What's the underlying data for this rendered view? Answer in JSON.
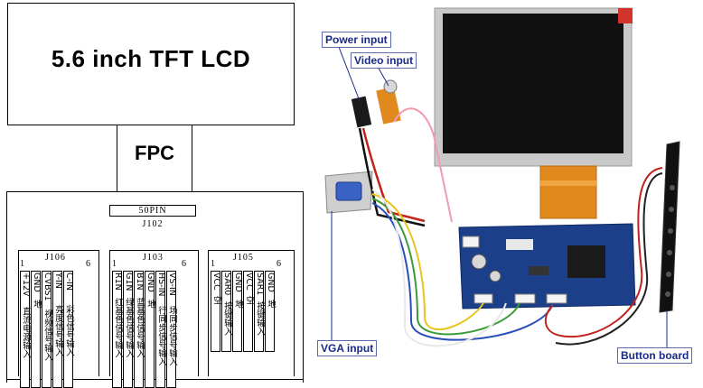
{
  "left": {
    "lcd_label": "5.6 inch TFT LCD",
    "fpc_label": "FPC",
    "connector_pins": "50PIN",
    "connector_name": "J102"
  },
  "connectors": [
    {
      "name": "J106",
      "pin_first": "1",
      "pin_last": "6",
      "pins": [
        {
          "label": "+12V",
          "desc": "直流电源输入"
        },
        {
          "label": "GND",
          "desc": "地"
        },
        {
          "label": "CVBS1",
          "desc": "视频信号输入"
        },
        {
          "label": "Y-IN",
          "desc": "亮度信号输入"
        },
        {
          "label": "C-IN",
          "desc": "彩色信号输入"
        }
      ]
    },
    {
      "name": "J103",
      "pin_first": "1",
      "pin_last": "6",
      "pins": [
        {
          "label": "R1N",
          "desc": "红基色信号输入"
        },
        {
          "label": "G1N",
          "desc": "绿基色信号输入"
        },
        {
          "label": "B1N",
          "desc": "蓝基色信号输入"
        },
        {
          "label": "GND",
          "desc": "地"
        },
        {
          "label": "HS-IN",
          "desc": "行同步信号输入"
        },
        {
          "label": "VS-IN",
          "desc": "场同步信号输入"
        }
      ]
    },
    {
      "name": "J105",
      "pin_first": "1",
      "pin_last": "6",
      "pins": [
        {
          "label": "VCC",
          "desc": "空"
        },
        {
          "label": "SAR0",
          "desc": "按键输入"
        },
        {
          "label": "GND",
          "desc": "地"
        },
        {
          "label": "VCC",
          "desc": "空"
        },
        {
          "label": "SAR1",
          "desc": "按键输入"
        },
        {
          "label": "GND",
          "desc": "地"
        }
      ]
    }
  ],
  "callouts": {
    "power": "Power input",
    "video": "Video input",
    "vga": "VGA input",
    "button": "Button board"
  },
  "colors": {
    "callout_text": "#1a2a88",
    "callout_border": "#5a6bb0",
    "pcb": "#1c3f8a",
    "screen": "#111111",
    "bezel": "#c9c9c9",
    "flex": "#e08a1e"
  }
}
